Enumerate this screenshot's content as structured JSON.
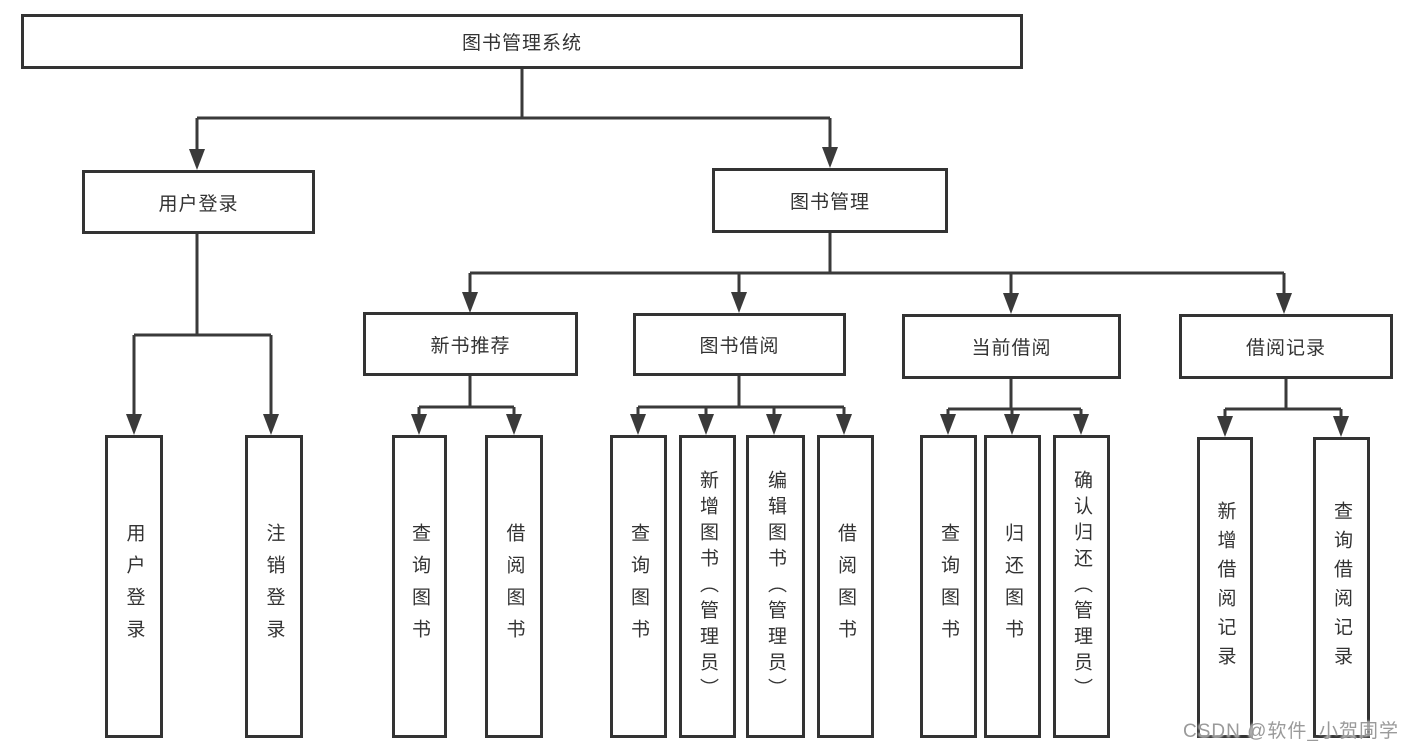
{
  "tree": {
    "label": "图书管理系统",
    "children": [
      {
        "label": "用户登录",
        "children": [
          {
            "label": "用户登录"
          },
          {
            "label": "注销登录"
          }
        ]
      },
      {
        "label": "图书管理",
        "children": [
          {
            "label": "新书推荐",
            "children": [
              {
                "label": "查询图书"
              },
              {
                "label": "借阅图书"
              }
            ]
          },
          {
            "label": "图书借阅",
            "children": [
              {
                "label": "查询图书"
              },
              {
                "label": "新增图书（管理员）"
              },
              {
                "label": "编辑图书（管理员）"
              },
              {
                "label": "借阅图书"
              }
            ]
          },
          {
            "label": "当前借阅",
            "children": [
              {
                "label": "查询图书"
              },
              {
                "label": "归还图书"
              },
              {
                "label": "确认归还（管理员）"
              }
            ]
          },
          {
            "label": "借阅记录",
            "children": [
              {
                "label": "新增借阅记录"
              },
              {
                "label": "查询借阅记录"
              }
            ]
          }
        ]
      }
    ]
  },
  "watermark": {
    "text": "CSDN @软件_小贺同学"
  },
  "colors": {
    "line": "#3a3a3a",
    "border": "#333333",
    "text": "#333333",
    "watermark": "#919191"
  }
}
